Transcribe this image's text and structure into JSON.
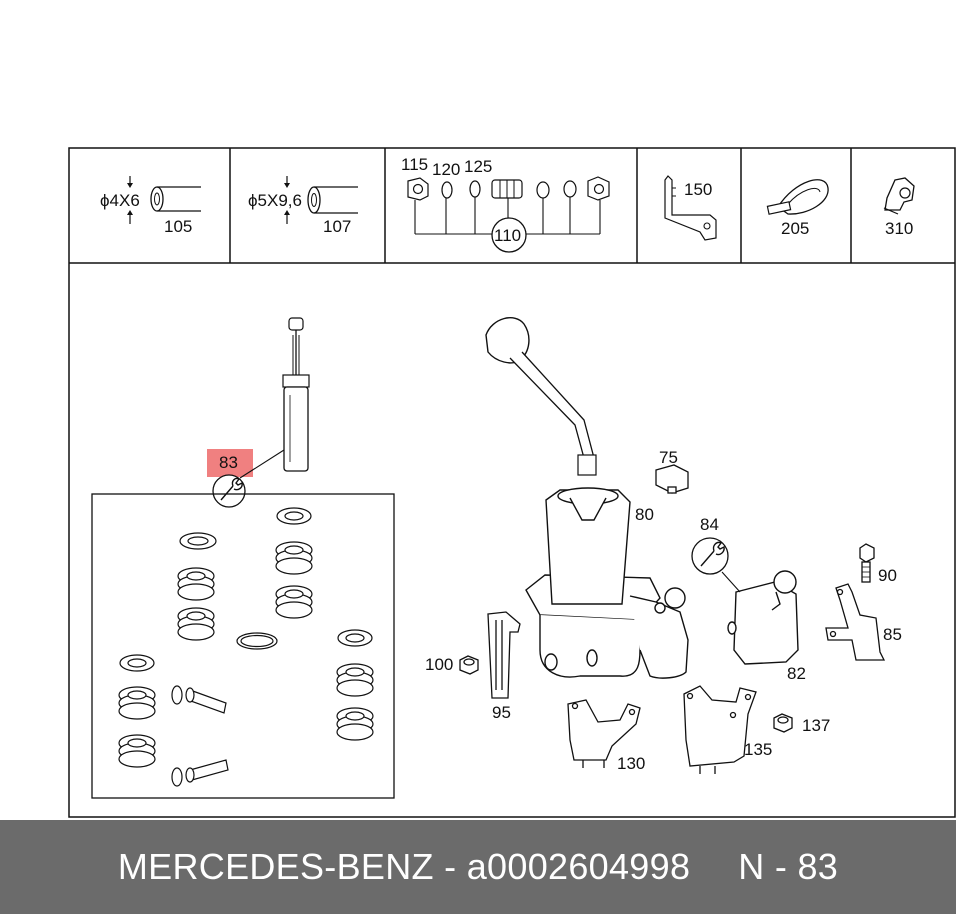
{
  "header_parts": {
    "p105": {
      "dim": "ϕ4X6",
      "num": "105"
    },
    "p107": {
      "dim": "ϕ5X9,6",
      "num": "107"
    },
    "p110": {
      "n115": "115",
      "n120": "120",
      "n125": "125",
      "n110": "110"
    },
    "p150": {
      "num": "150"
    },
    "p205": {
      "num": "205"
    },
    "p310": {
      "num": "310"
    }
  },
  "callouts": {
    "c83": "83",
    "c75": "75",
    "c80": "80",
    "c84": "84",
    "c90": "90",
    "c85": "85",
    "c82": "82",
    "c100": "100",
    "c95": "95",
    "c130": "130",
    "c135": "135",
    "c137": "137"
  },
  "highlight_color": "#f08080",
  "footer": {
    "brand": "MERCEDES-BENZ",
    "separator": "-",
    "part_number": "a0002604998",
    "ref": "N - 83"
  }
}
